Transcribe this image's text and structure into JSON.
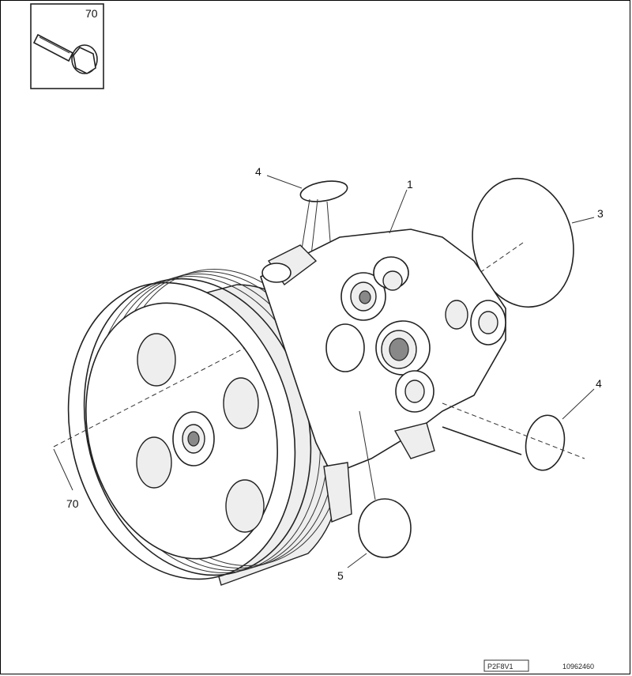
{
  "diagram": {
    "callouts": {
      "bolt_inset": "70",
      "pump_body": "1",
      "large_seal": "3",
      "top_seal": "4",
      "right_seal": "4",
      "bottom_seal": "5",
      "pulley_bolt": "70"
    },
    "footer": {
      "ref_box": "P2F8V1",
      "code": "10962460"
    }
  }
}
